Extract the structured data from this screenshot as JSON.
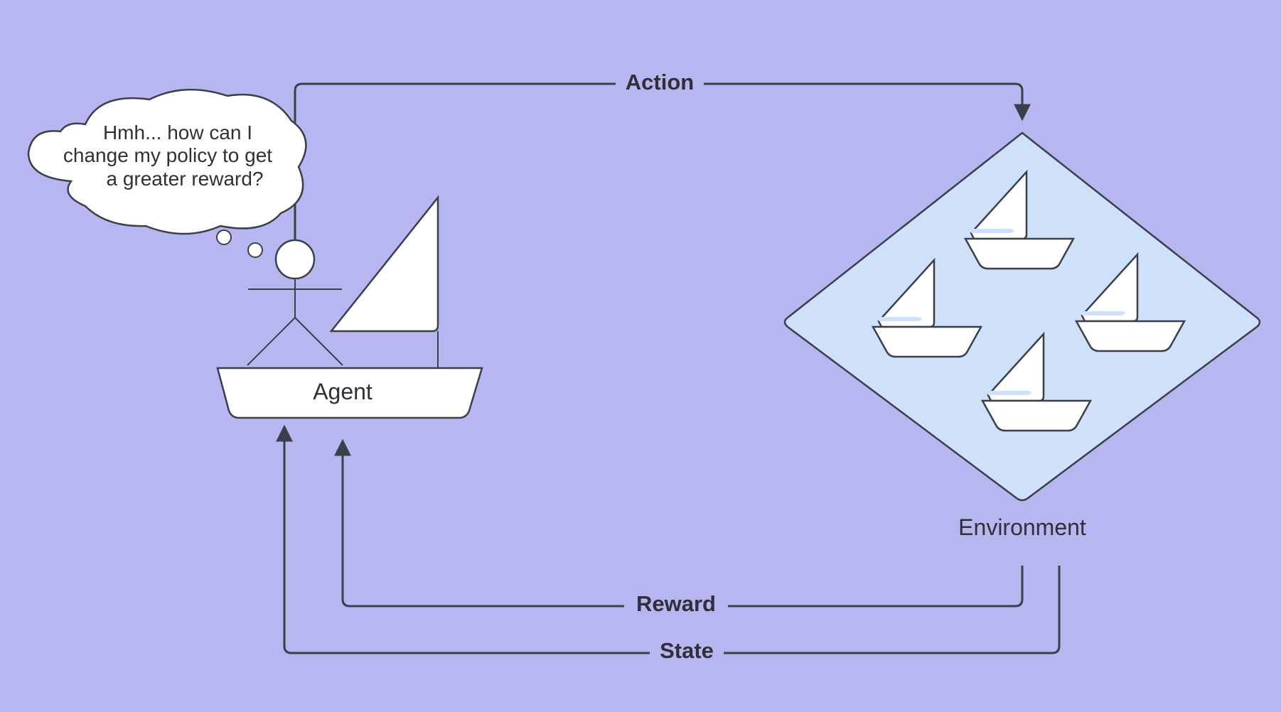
{
  "diagram": {
    "thought": {
      "lines": [
        "Hmh... how can I",
        "change my policy to get",
        "a greater reward?"
      ]
    },
    "agent": {
      "label": "Agent"
    },
    "environment": {
      "label": "Environment"
    },
    "edges": {
      "action": "Action",
      "reward": "Reward",
      "state": "State"
    }
  },
  "colors": {
    "background": "#b7b6f1",
    "environment_fill": "#cfe0fb",
    "line": "#3a3f4a",
    "shape_fill": "#ffffff"
  },
  "icons": [
    "thought-cloud-icon",
    "stick-figure-icon",
    "sailboat-icon",
    "environment-diamond-icon"
  ]
}
